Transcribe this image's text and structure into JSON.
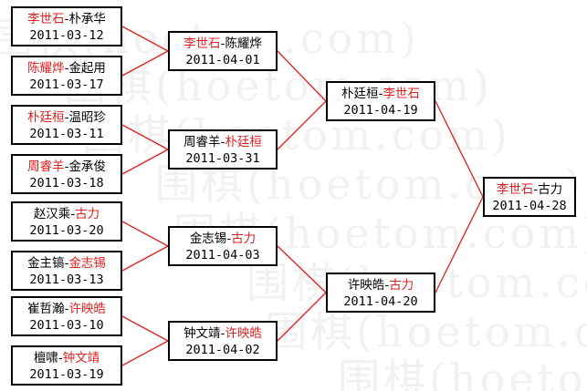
{
  "watermark": "围棋(hoetom.com)",
  "colors": {
    "winner": "#e02020",
    "text": "#000000",
    "line": "#e02020",
    "border": "#000000"
  },
  "rounds": [
    [
      {
        "p1": "李世石",
        "p2": "朴承华",
        "date": "2011-03-12",
        "winner": 1
      },
      {
        "p1": "陈耀烨",
        "p2": "金起用",
        "date": "2011-03-17",
        "winner": 1
      },
      {
        "p1": "朴廷桓",
        "p2": "温昭珍",
        "date": "2011-03-11",
        "winner": 1
      },
      {
        "p1": "周睿羊",
        "p2": "金承俊",
        "date": "2011-03-18",
        "winner": 1
      },
      {
        "p1": "赵汉乘",
        "p2": "古力",
        "date": "2011-03-20",
        "winner": 2
      },
      {
        "p1": "金主镐",
        "p2": "金志锡",
        "date": "2011-03-13",
        "winner": 2
      },
      {
        "p1": "崔哲瀚",
        "p2": "许映皓",
        "date": "2011-03-10",
        "winner": 2
      },
      {
        "p1": "檀啸",
        "p2": "钟文靖",
        "date": "2011-03-19",
        "winner": 2
      }
    ],
    [
      {
        "p1": "李世石",
        "p2": "陈耀烨",
        "date": "2011-04-01",
        "winner": 1
      },
      {
        "p1": "周睿羊",
        "p2": "朴廷桓",
        "date": "2011-03-31",
        "winner": 2
      },
      {
        "p1": "金志锡",
        "p2": "古力",
        "date": "2011-04-03",
        "winner": 2
      },
      {
        "p1": "钟文靖",
        "p2": "许映皓",
        "date": "2011-04-02",
        "winner": 2
      }
    ],
    [
      {
        "p1": "朴廷桓",
        "p2": "李世石",
        "date": "2011-04-19",
        "winner": 2
      },
      {
        "p1": "许映皓",
        "p2": "古力",
        "date": "2011-04-20",
        "winner": 2
      }
    ],
    [
      {
        "p1": "李世石",
        "p2": "古力",
        "date": "2011-04-28",
        "winner": 1
      }
    ]
  ]
}
